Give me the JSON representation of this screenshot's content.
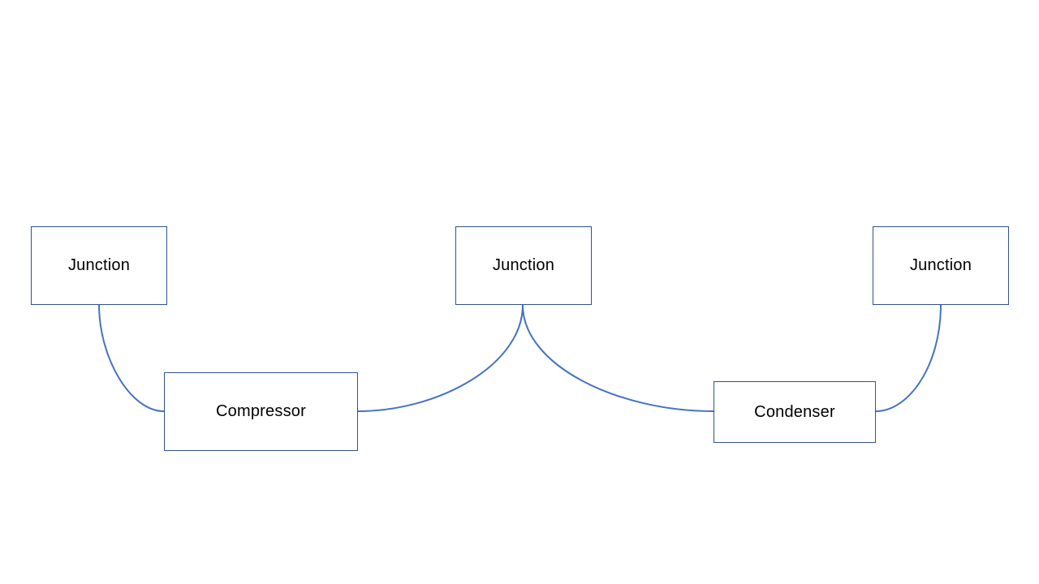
{
  "diagram": {
    "colors": {
      "connector": "#4472c4",
      "node_border": "#2f528f",
      "background": "#ffffff",
      "text": "#000000"
    },
    "nodes": {
      "junction_left": {
        "label": "Junction"
      },
      "junction_center": {
        "label": "Junction"
      },
      "junction_right": {
        "label": "Junction"
      },
      "compressor": {
        "label": "Compressor"
      },
      "condenser": {
        "label": "Condenser"
      }
    },
    "edges": [
      {
        "from": "junction_left",
        "to": "compressor"
      },
      {
        "from": "compressor",
        "to": "junction_center"
      },
      {
        "from": "junction_center",
        "to": "condenser"
      },
      {
        "from": "condenser",
        "to": "junction_right"
      }
    ]
  }
}
